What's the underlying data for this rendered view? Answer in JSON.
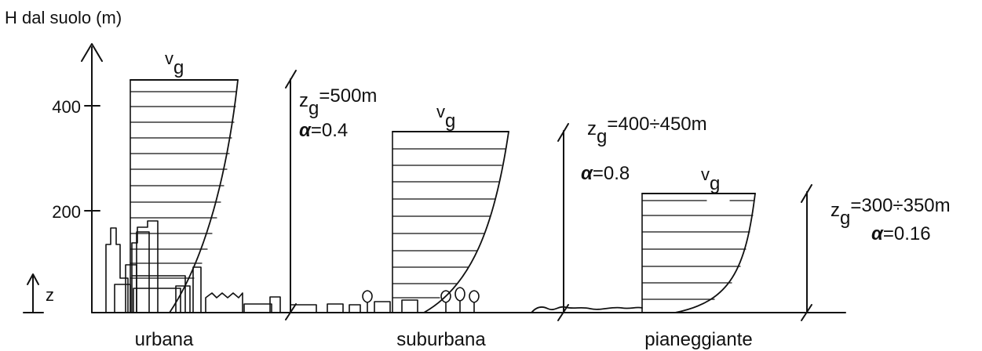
{
  "axis": {
    "title": "H dal suolo (m)",
    "ticks": [
      {
        "value": 400,
        "label": "400"
      },
      {
        "value": 200,
        "label": "200"
      }
    ],
    "z_label": "z"
  },
  "profiles": [
    {
      "id": "urbana",
      "name": "urbana",
      "velocity_label": "v",
      "velocity_sub": "g",
      "zg_main": "z",
      "zg_sub": "g",
      "zg_value": "=500m",
      "alpha_symbol": "α",
      "alpha_value": "=0.4"
    },
    {
      "id": "suburbana",
      "name": "suburbana",
      "velocity_label": "v",
      "velocity_sub": "g",
      "zg_main": "z",
      "zg_sub": "g",
      "zg_value": "=400÷450m",
      "alpha_symbol": "α",
      "alpha_value": "=0.8"
    },
    {
      "id": "pianeggiante",
      "name": "pianeggiante",
      "velocity_label": "v",
      "velocity_sub": "g",
      "zg_main": "z",
      "zg_sub": "g",
      "zg_value": "=300÷350m",
      "alpha_symbol": "α",
      "alpha_value": "=0.16"
    }
  ],
  "colors": {
    "ink": "#111111",
    "background": "#ffffff"
  }
}
